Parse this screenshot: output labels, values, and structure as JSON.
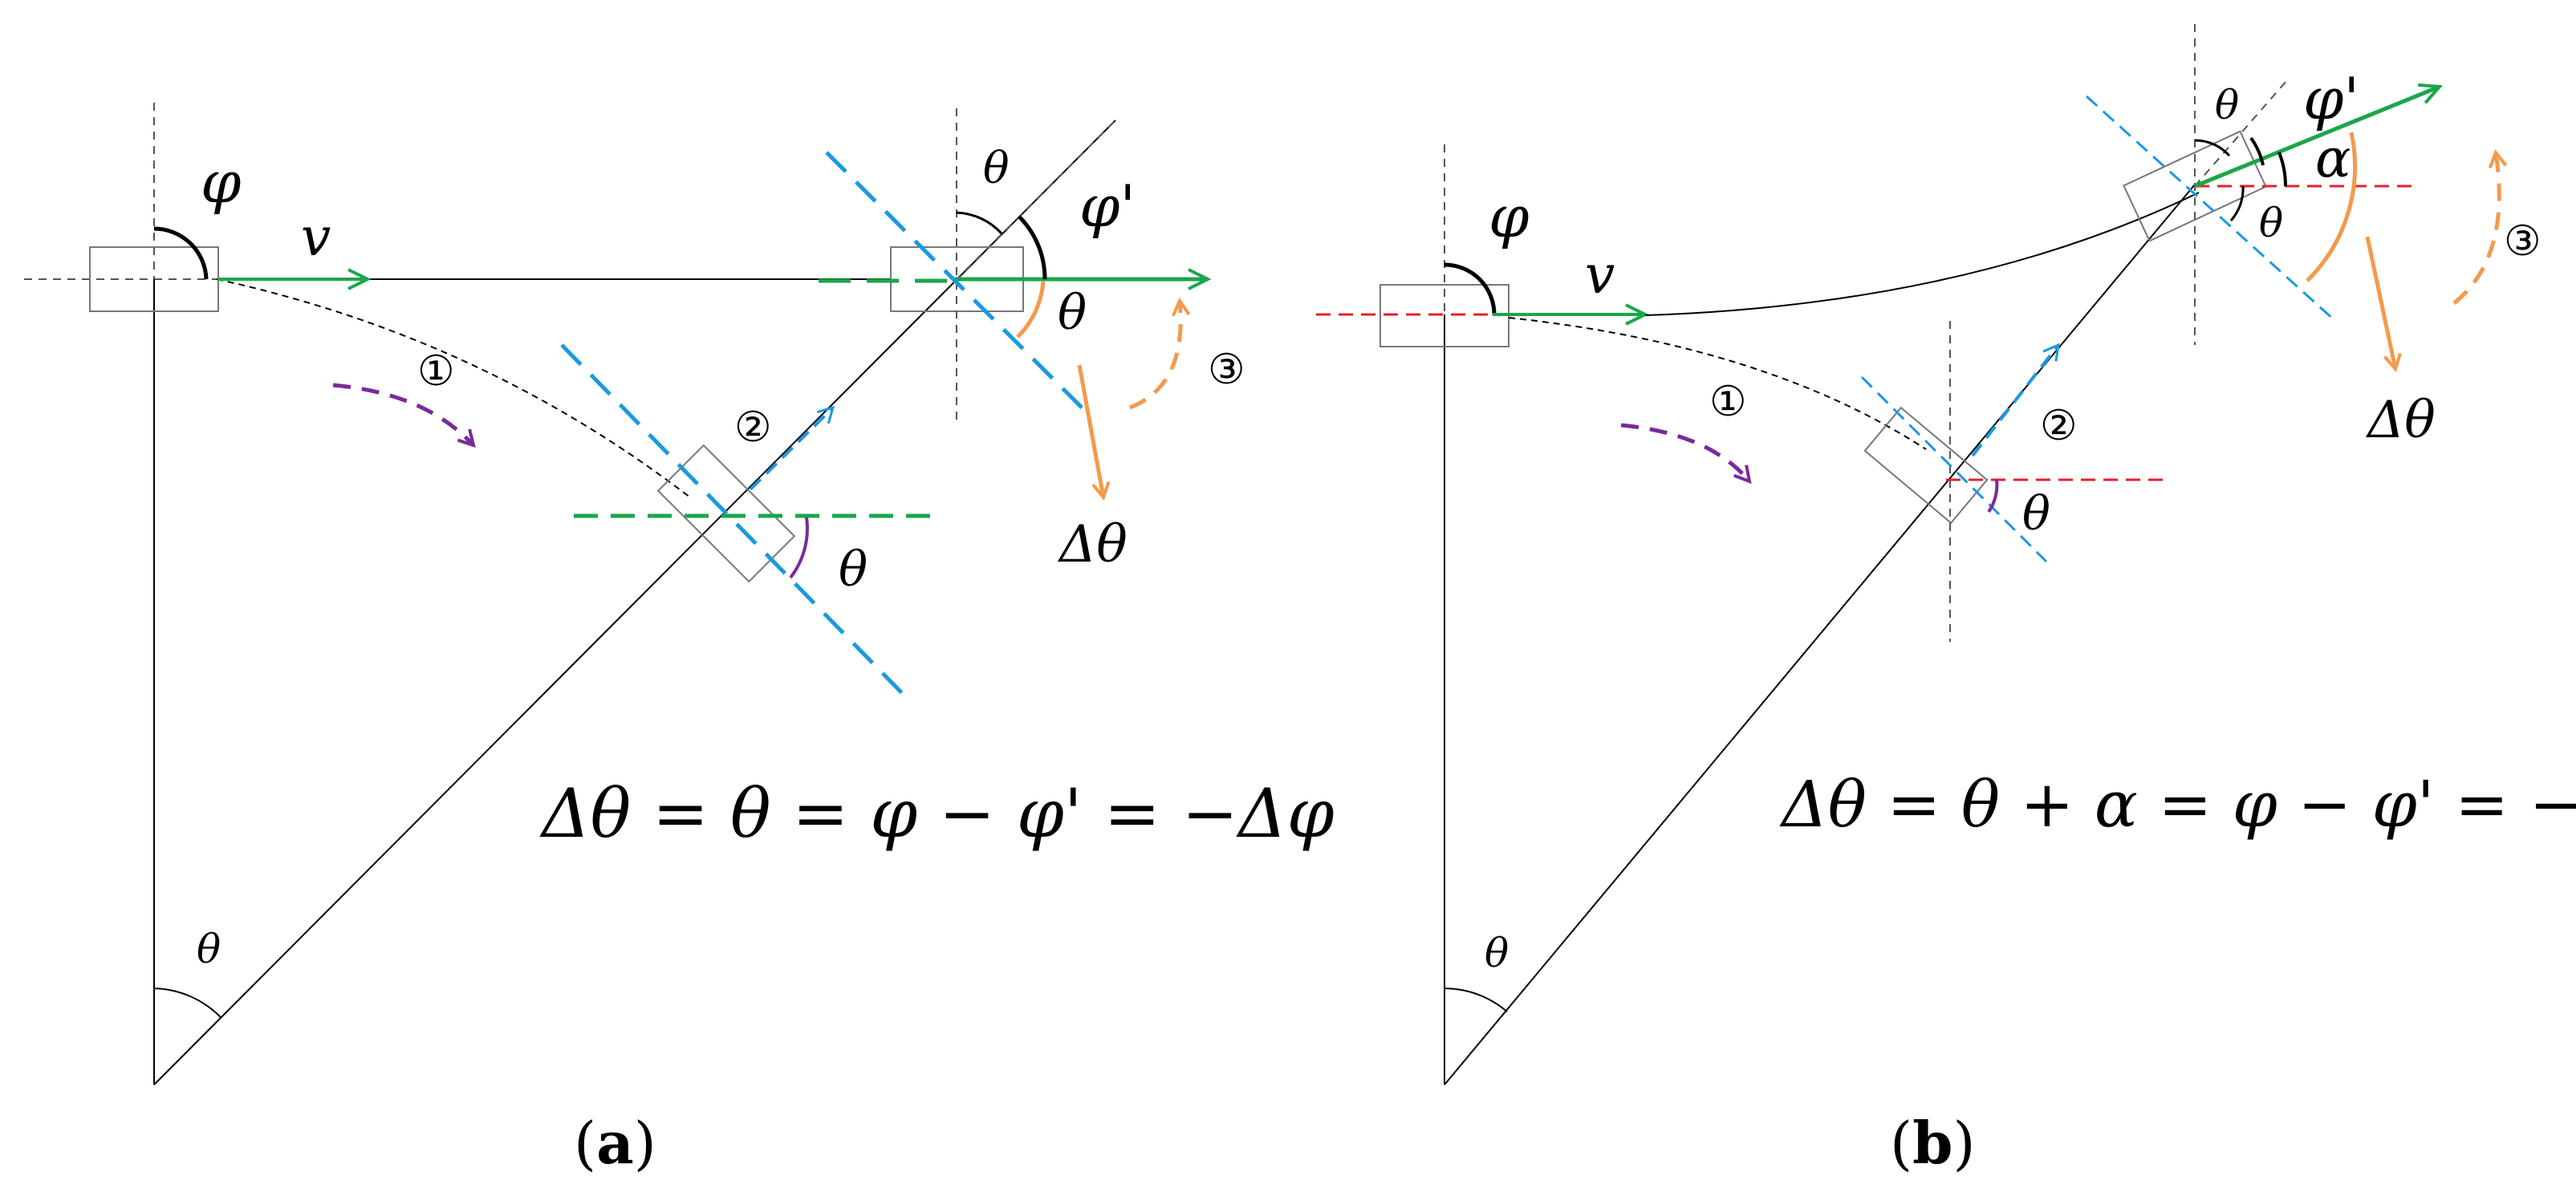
{
  "panel_a": {
    "label_phi": "φ",
    "label_v": "v",
    "label_phi_prime": "φ'",
    "label_theta_top": "θ",
    "label_theta_right": "θ",
    "label_theta_mid": "θ",
    "label_theta_bottom": "θ",
    "label_delta_theta": "Δθ",
    "step_1": "①",
    "step_2": "②",
    "step_3": "③",
    "equation": "Δθ = θ = φ − φ' = −Δφ",
    "caption_open": "(",
    "caption_letter": "a",
    "caption_close": ")"
  },
  "panel_b": {
    "label_phi": "φ",
    "label_v": "v",
    "label_phi_prime": "φ'",
    "label_theta_top": "θ",
    "label_alpha": "α",
    "label_theta_right": "θ",
    "label_theta_mid": "θ",
    "label_theta_bottom": "θ",
    "label_delta_theta": "Δθ",
    "step_1": "①",
    "step_2": "②",
    "step_3": "③",
    "equation": "Δθ = θ + α = φ − φ' = −Δφ",
    "caption_open": "(",
    "caption_letter": "b",
    "caption_close": ")"
  },
  "colors": {
    "green": "#1aa64a",
    "blue": "#1a9ae0",
    "orange": "#f39a4c",
    "purple": "#7a2a9a",
    "red": "#e5202a",
    "black": "#000000",
    "gray": "#555555"
  }
}
